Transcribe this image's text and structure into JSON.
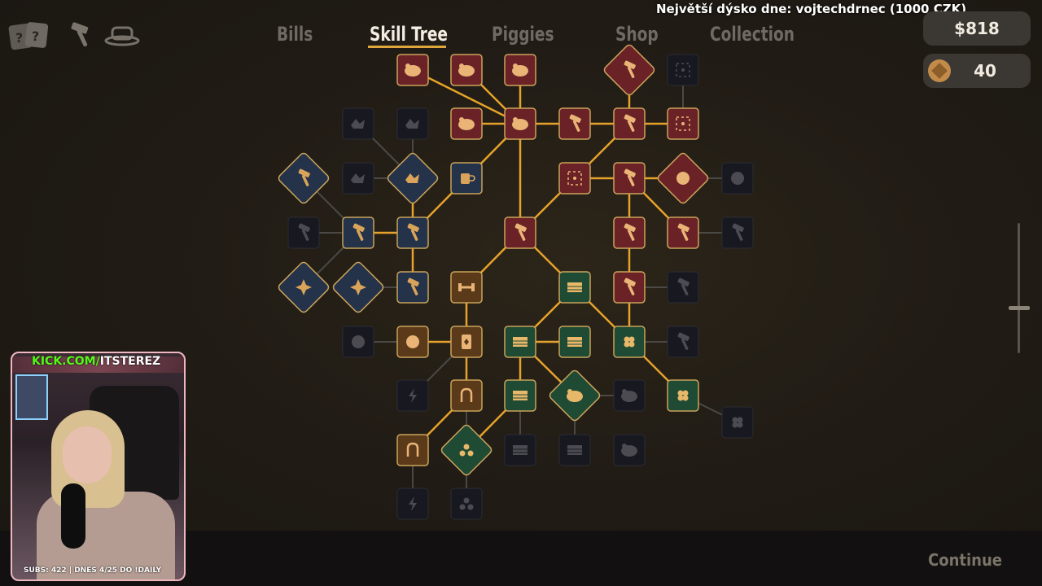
{
  "banner": {
    "text": "Největší dýsko dne: vojtechdrnec (1000 CZK)"
  },
  "tabs": [
    {
      "label": "Bills"
    },
    {
      "label": "Skill Tree"
    },
    {
      "label": "Piggies"
    },
    {
      "label": "Shop"
    },
    {
      "label": "Collection"
    }
  ],
  "active_tab": "Skill Tree",
  "top_icons": [
    {
      "icon": "cards-icon"
    },
    {
      "icon": "hammer-icon"
    },
    {
      "icon": "hat-icon"
    }
  ],
  "money": {
    "label": "$818"
  },
  "tokens": {
    "value": "40",
    "icon": "token-icon"
  },
  "continue": {
    "label": "Continue"
  },
  "webcam": {
    "channel_prefix": "KICK.COM/",
    "channel_name": "ITSTEREZ",
    "subs_text": "SUBS: 422 | DNES 4/25 DO !DAILY"
  },
  "skill_tree": {
    "colors": {
      "red": "#6a2227",
      "blue": "#24324a",
      "orange": "#5b3a1a",
      "green": "#1f4a33",
      "dark": "#171820",
      "outline": "#c9a35a",
      "line_active": "#e6a22a",
      "line_inactive": "#4a4945"
    },
    "nodes": [
      {
        "id": "n1",
        "kind": "red",
        "shape": "square",
        "icon": "piggy-coins-icon"
      },
      {
        "id": "n2",
        "kind": "red",
        "shape": "square",
        "icon": "piggy-coins-icon"
      },
      {
        "id": "n3",
        "kind": "red",
        "shape": "square",
        "icon": "piggy-refresh-icon"
      },
      {
        "id": "n4",
        "kind": "red",
        "shape": "diamond",
        "icon": "smash-hammer-icon"
      },
      {
        "id": "n5",
        "kind": "dark",
        "shape": "square",
        "icon": "target-icon"
      },
      {
        "id": "n6",
        "kind": "dark",
        "shape": "square",
        "icon": "crack-icon"
      },
      {
        "id": "n7",
        "kind": "dark",
        "shape": "square",
        "icon": "crack-icon"
      },
      {
        "id": "n8",
        "kind": "red",
        "shape": "square",
        "icon": "piggy-coins-icon"
      },
      {
        "id": "n9",
        "kind": "red",
        "shape": "square",
        "icon": "piggy-coins-icon"
      },
      {
        "id": "n10",
        "kind": "red",
        "shape": "square",
        "icon": "hammer-icon"
      },
      {
        "id": "n11",
        "kind": "red",
        "shape": "square",
        "icon": "hammer-icon"
      },
      {
        "id": "n12",
        "kind": "red",
        "shape": "square",
        "icon": "target-icon"
      },
      {
        "id": "n13",
        "kind": "blue",
        "shape": "diamond",
        "icon": "hammer-icon"
      },
      {
        "id": "n14",
        "kind": "dark",
        "shape": "square",
        "icon": "crack-icon"
      },
      {
        "id": "n15",
        "kind": "blue",
        "shape": "diamond",
        "icon": "crack-icon"
      },
      {
        "id": "n16",
        "kind": "blue",
        "shape": "square",
        "icon": "mug-icon"
      },
      {
        "id": "n17",
        "kind": "red",
        "shape": "square",
        "icon": "target-icon"
      },
      {
        "id": "n18",
        "kind": "red",
        "shape": "square",
        "icon": "hammer-icon"
      },
      {
        "id": "n19",
        "kind": "red",
        "shape": "diamond",
        "icon": "fist-icon"
      },
      {
        "id": "n20",
        "kind": "dark",
        "shape": "square",
        "icon": "fist-icon"
      },
      {
        "id": "n21",
        "kind": "dark",
        "shape": "square",
        "icon": "hammer-icon"
      },
      {
        "id": "n22",
        "kind": "blue",
        "shape": "square",
        "icon": "hammer-icon"
      },
      {
        "id": "n23",
        "kind": "blue",
        "shape": "square",
        "icon": "hammer-icon"
      },
      {
        "id": "n24",
        "kind": "red",
        "shape": "square",
        "icon": "hammer-icon"
      },
      {
        "id": "n25",
        "kind": "red",
        "shape": "square",
        "icon": "hammer-icon"
      },
      {
        "id": "n26",
        "kind": "red",
        "shape": "square",
        "icon": "hammer-icon"
      },
      {
        "id": "n27",
        "kind": "dark",
        "shape": "square",
        "icon": "hammer-icon"
      },
      {
        "id": "n28",
        "kind": "blue",
        "shape": "diamond",
        "icon": "torch-icon"
      },
      {
        "id": "n29",
        "kind": "blue",
        "shape": "diamond",
        "icon": "burst-icon"
      },
      {
        "id": "n30",
        "kind": "blue",
        "shape": "square",
        "icon": "hammer-icon"
      },
      {
        "id": "n31",
        "kind": "orange",
        "shape": "square",
        "icon": "dumbbell-icon"
      },
      {
        "id": "n32",
        "kind": "green",
        "shape": "square",
        "icon": "cash-icon"
      },
      {
        "id": "n33",
        "kind": "red",
        "shape": "square",
        "icon": "hammer-icon"
      },
      {
        "id": "n34",
        "kind": "dark",
        "shape": "square",
        "icon": "hammer-icon"
      },
      {
        "id": "n35",
        "kind": "dark",
        "shape": "square",
        "icon": "sparkle-icon"
      },
      {
        "id": "n36",
        "kind": "orange",
        "shape": "square",
        "icon": "gold-icon"
      },
      {
        "id": "n37",
        "kind": "orange",
        "shape": "square",
        "icon": "card-icon"
      },
      {
        "id": "n38",
        "kind": "green",
        "shape": "square",
        "icon": "bank-icon"
      },
      {
        "id": "n39",
        "kind": "green",
        "shape": "square",
        "icon": "bills-icon"
      },
      {
        "id": "n40",
        "kind": "green",
        "shape": "square",
        "icon": "clover-icon"
      },
      {
        "id": "n41",
        "kind": "dark",
        "shape": "square",
        "icon": "hammer-icon"
      },
      {
        "id": "n42",
        "kind": "dark",
        "shape": "square",
        "icon": "bolt-icon"
      },
      {
        "id": "n43",
        "kind": "orange",
        "shape": "square",
        "icon": "gripper-icon"
      },
      {
        "id": "n44",
        "kind": "green",
        "shape": "square",
        "icon": "bank-icon"
      },
      {
        "id": "n45",
        "kind": "green",
        "shape": "diamond",
        "icon": "piggy-icon"
      },
      {
        "id": "n46",
        "kind": "dark",
        "shape": "square",
        "icon": "piggy-icon"
      },
      {
        "id": "n47",
        "kind": "green",
        "shape": "square",
        "icon": "clover-icon"
      },
      {
        "id": "n48",
        "kind": "dark",
        "shape": "square",
        "icon": "clover-icon"
      },
      {
        "id": "n49",
        "kind": "orange",
        "shape": "square",
        "icon": "gripper-icon"
      },
      {
        "id": "n50",
        "kind": "green",
        "shape": "diamond",
        "icon": "coins-falling-icon"
      },
      {
        "id": "n51",
        "kind": "dark",
        "shape": "square",
        "icon": "bank-icon"
      },
      {
        "id": "n52",
        "kind": "dark",
        "shape": "square",
        "icon": "bills-icon"
      },
      {
        "id": "n53",
        "kind": "dark",
        "shape": "square",
        "icon": "piggy-icon"
      },
      {
        "id": "n54",
        "kind": "dark",
        "shape": "square",
        "icon": "bolt-icon"
      },
      {
        "id": "n55",
        "kind": "dark",
        "shape": "square",
        "icon": "coins-falling-icon"
      }
    ],
    "edges": [
      [
        "n1",
        "n9",
        "active"
      ],
      [
        "n2",
        "n9",
        "active"
      ],
      [
        "n3",
        "n9",
        "active"
      ],
      [
        "n8",
        "n9",
        "active"
      ],
      [
        "n9",
        "n10",
        "active"
      ],
      [
        "n10",
        "n11",
        "active"
      ],
      [
        "n11",
        "n12",
        "active"
      ],
      [
        "n4",
        "n11",
        "active"
      ],
      [
        "n5",
        "n12",
        "inactive"
      ],
      [
        "n9",
        "n16",
        "active"
      ],
      [
        "n9",
        "n26",
        "active"
      ],
      [
        "n11",
        "n17",
        "active"
      ],
      [
        "n16",
        "n23",
        "active"
      ],
      [
        "n15",
        "n23",
        "active"
      ],
      [
        "n6",
        "n15",
        "inactive"
      ],
      [
        "n7",
        "n15",
        "inactive"
      ],
      [
        "n17",
        "n26",
        "active"
      ],
      [
        "n17",
        "n18",
        "active"
      ],
      [
        "n18",
        "n19",
        "active"
      ],
      [
        "n19",
        "n20",
        "inactive"
      ],
      [
        "n18",
        "n24",
        "active"
      ],
      [
        "n18",
        "n25",
        "active"
      ],
      [
        "n25",
        "n27",
        "inactive"
      ],
      [
        "n13",
        "n22",
        "inactive"
      ],
      [
        "n14",
        "n15",
        "inactive"
      ],
      [
        "n21",
        "n22",
        "inactive"
      ],
      [
        "n22",
        "n23",
        "active"
      ],
      [
        "n23",
        "n30",
        "active"
      ],
      [
        "n22",
        "n28",
        "inactive"
      ],
      [
        "n29",
        "n30",
        "inactive"
      ],
      [
        "n26",
        "n31",
        "active"
      ],
      [
        "n26",
        "n32",
        "active"
      ],
      [
        "n24",
        "n33",
        "active"
      ],
      [
        "n33",
        "n34",
        "inactive"
      ],
      [
        "n33",
        "n40",
        "active"
      ],
      [
        "n32",
        "n38",
        "active"
      ],
      [
        "n32",
        "n40",
        "active"
      ],
      [
        "n31",
        "n37",
        "active"
      ],
      [
        "n35",
        "n36",
        "inactive"
      ],
      [
        "n36",
        "n37",
        "active"
      ],
      [
        "n38",
        "n39",
        "active"
      ],
      [
        "n38",
        "n44",
        "active"
      ],
      [
        "n38",
        "n45",
        "active"
      ],
      [
        "n40",
        "n41",
        "inactive"
      ],
      [
        "n40",
        "n47",
        "active"
      ],
      [
        "n47",
        "n48",
        "inactive"
      ],
      [
        "n37",
        "n43",
        "active"
      ],
      [
        "n37",
        "n42",
        "inactive"
      ],
      [
        "n43",
        "n50",
        "inactive"
      ],
      [
        "n44",
        "n50",
        "active"
      ],
      [
        "n44",
        "n51",
        "inactive"
      ],
      [
        "n45",
        "n52",
        "inactive"
      ],
      [
        "n45",
        "n46",
        "inactive"
      ],
      [
        "n43",
        "n49",
        "active"
      ],
      [
        "n49",
        "n54",
        "inactive"
      ],
      [
        "n50",
        "n55",
        "inactive"
      ]
    ]
  }
}
